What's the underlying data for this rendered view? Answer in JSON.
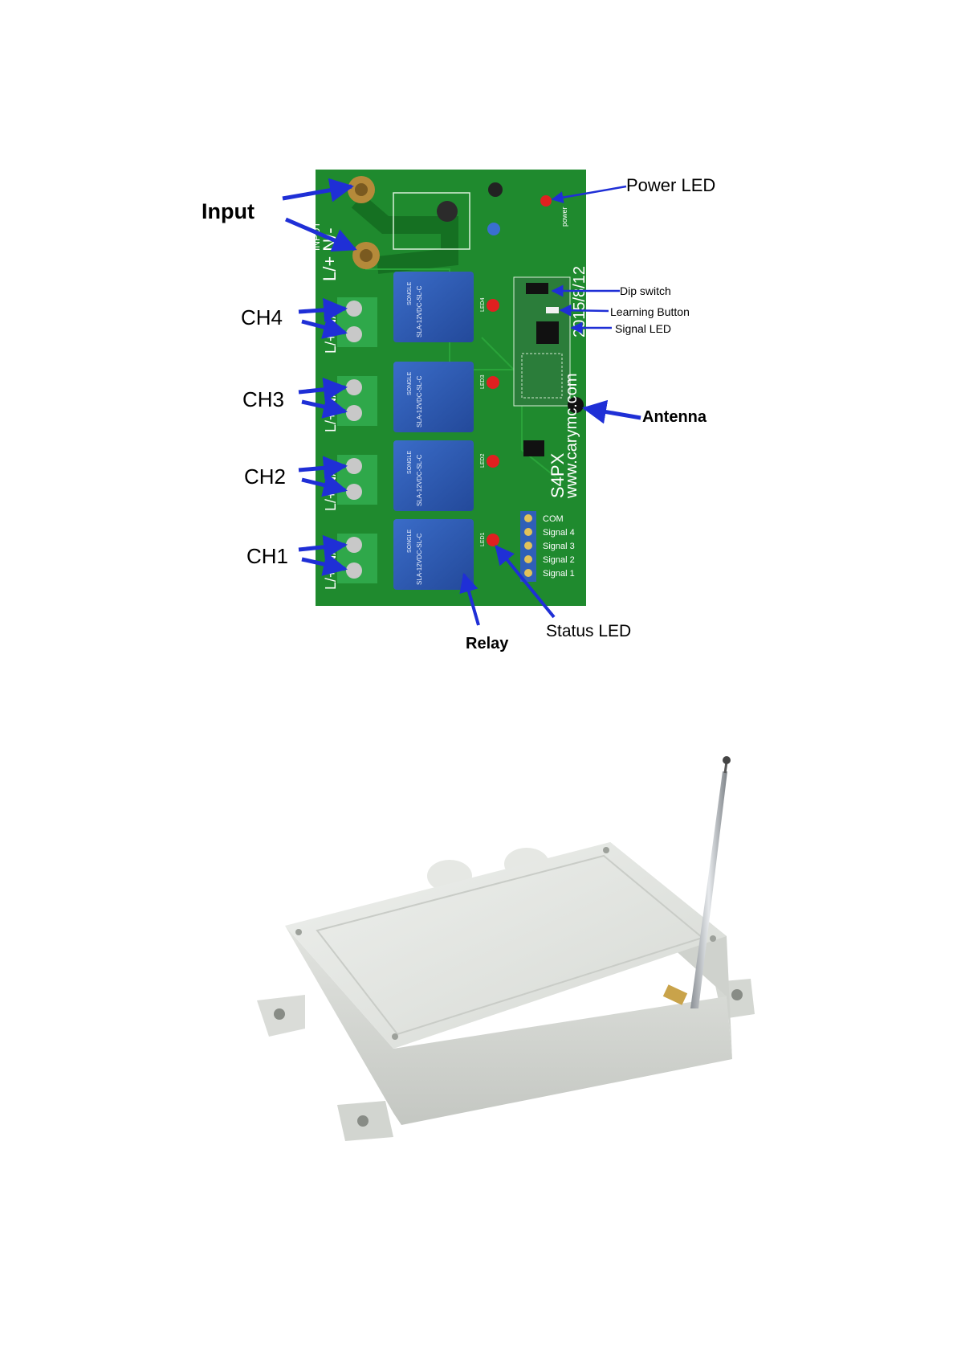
{
  "labels": {
    "input": "Input",
    "ch4": "CH4",
    "ch3": "CH3",
    "ch2": "CH2",
    "ch1": "CH1",
    "power_led": "Power LED",
    "dip_switch": "Dip switch",
    "learning_button": "Learning Button",
    "signal_led": "Signal LED",
    "antenna": "Antenna",
    "relay": "Relay",
    "status_led": "Status LED"
  },
  "board": {
    "model": "S4PX",
    "website": "www.carymc.com",
    "date": "2015/8/12",
    "input_marking": "L/+  N/-",
    "input_title": "INPUT",
    "terminal_marking": "L/+  N/-",
    "relay_text": "SLA-12VDC-SL-C",
    "relay_brand": "SONGLE",
    "signal_terminals": [
      "COM",
      "Signal 4",
      "Signal 3",
      "Signal 2",
      "Signal 1"
    ],
    "led_labels": [
      "LED4",
      "LED3",
      "LED2",
      "LED1"
    ],
    "power_marking": "power"
  },
  "colors": {
    "pcb": "#1f8a2e",
    "pcb_dark": "#157022",
    "relay": "#2f5fb8",
    "terminal": "#2fa84a",
    "arrow": "#1f2fd6",
    "enclosure": "#e4e6e3"
  }
}
